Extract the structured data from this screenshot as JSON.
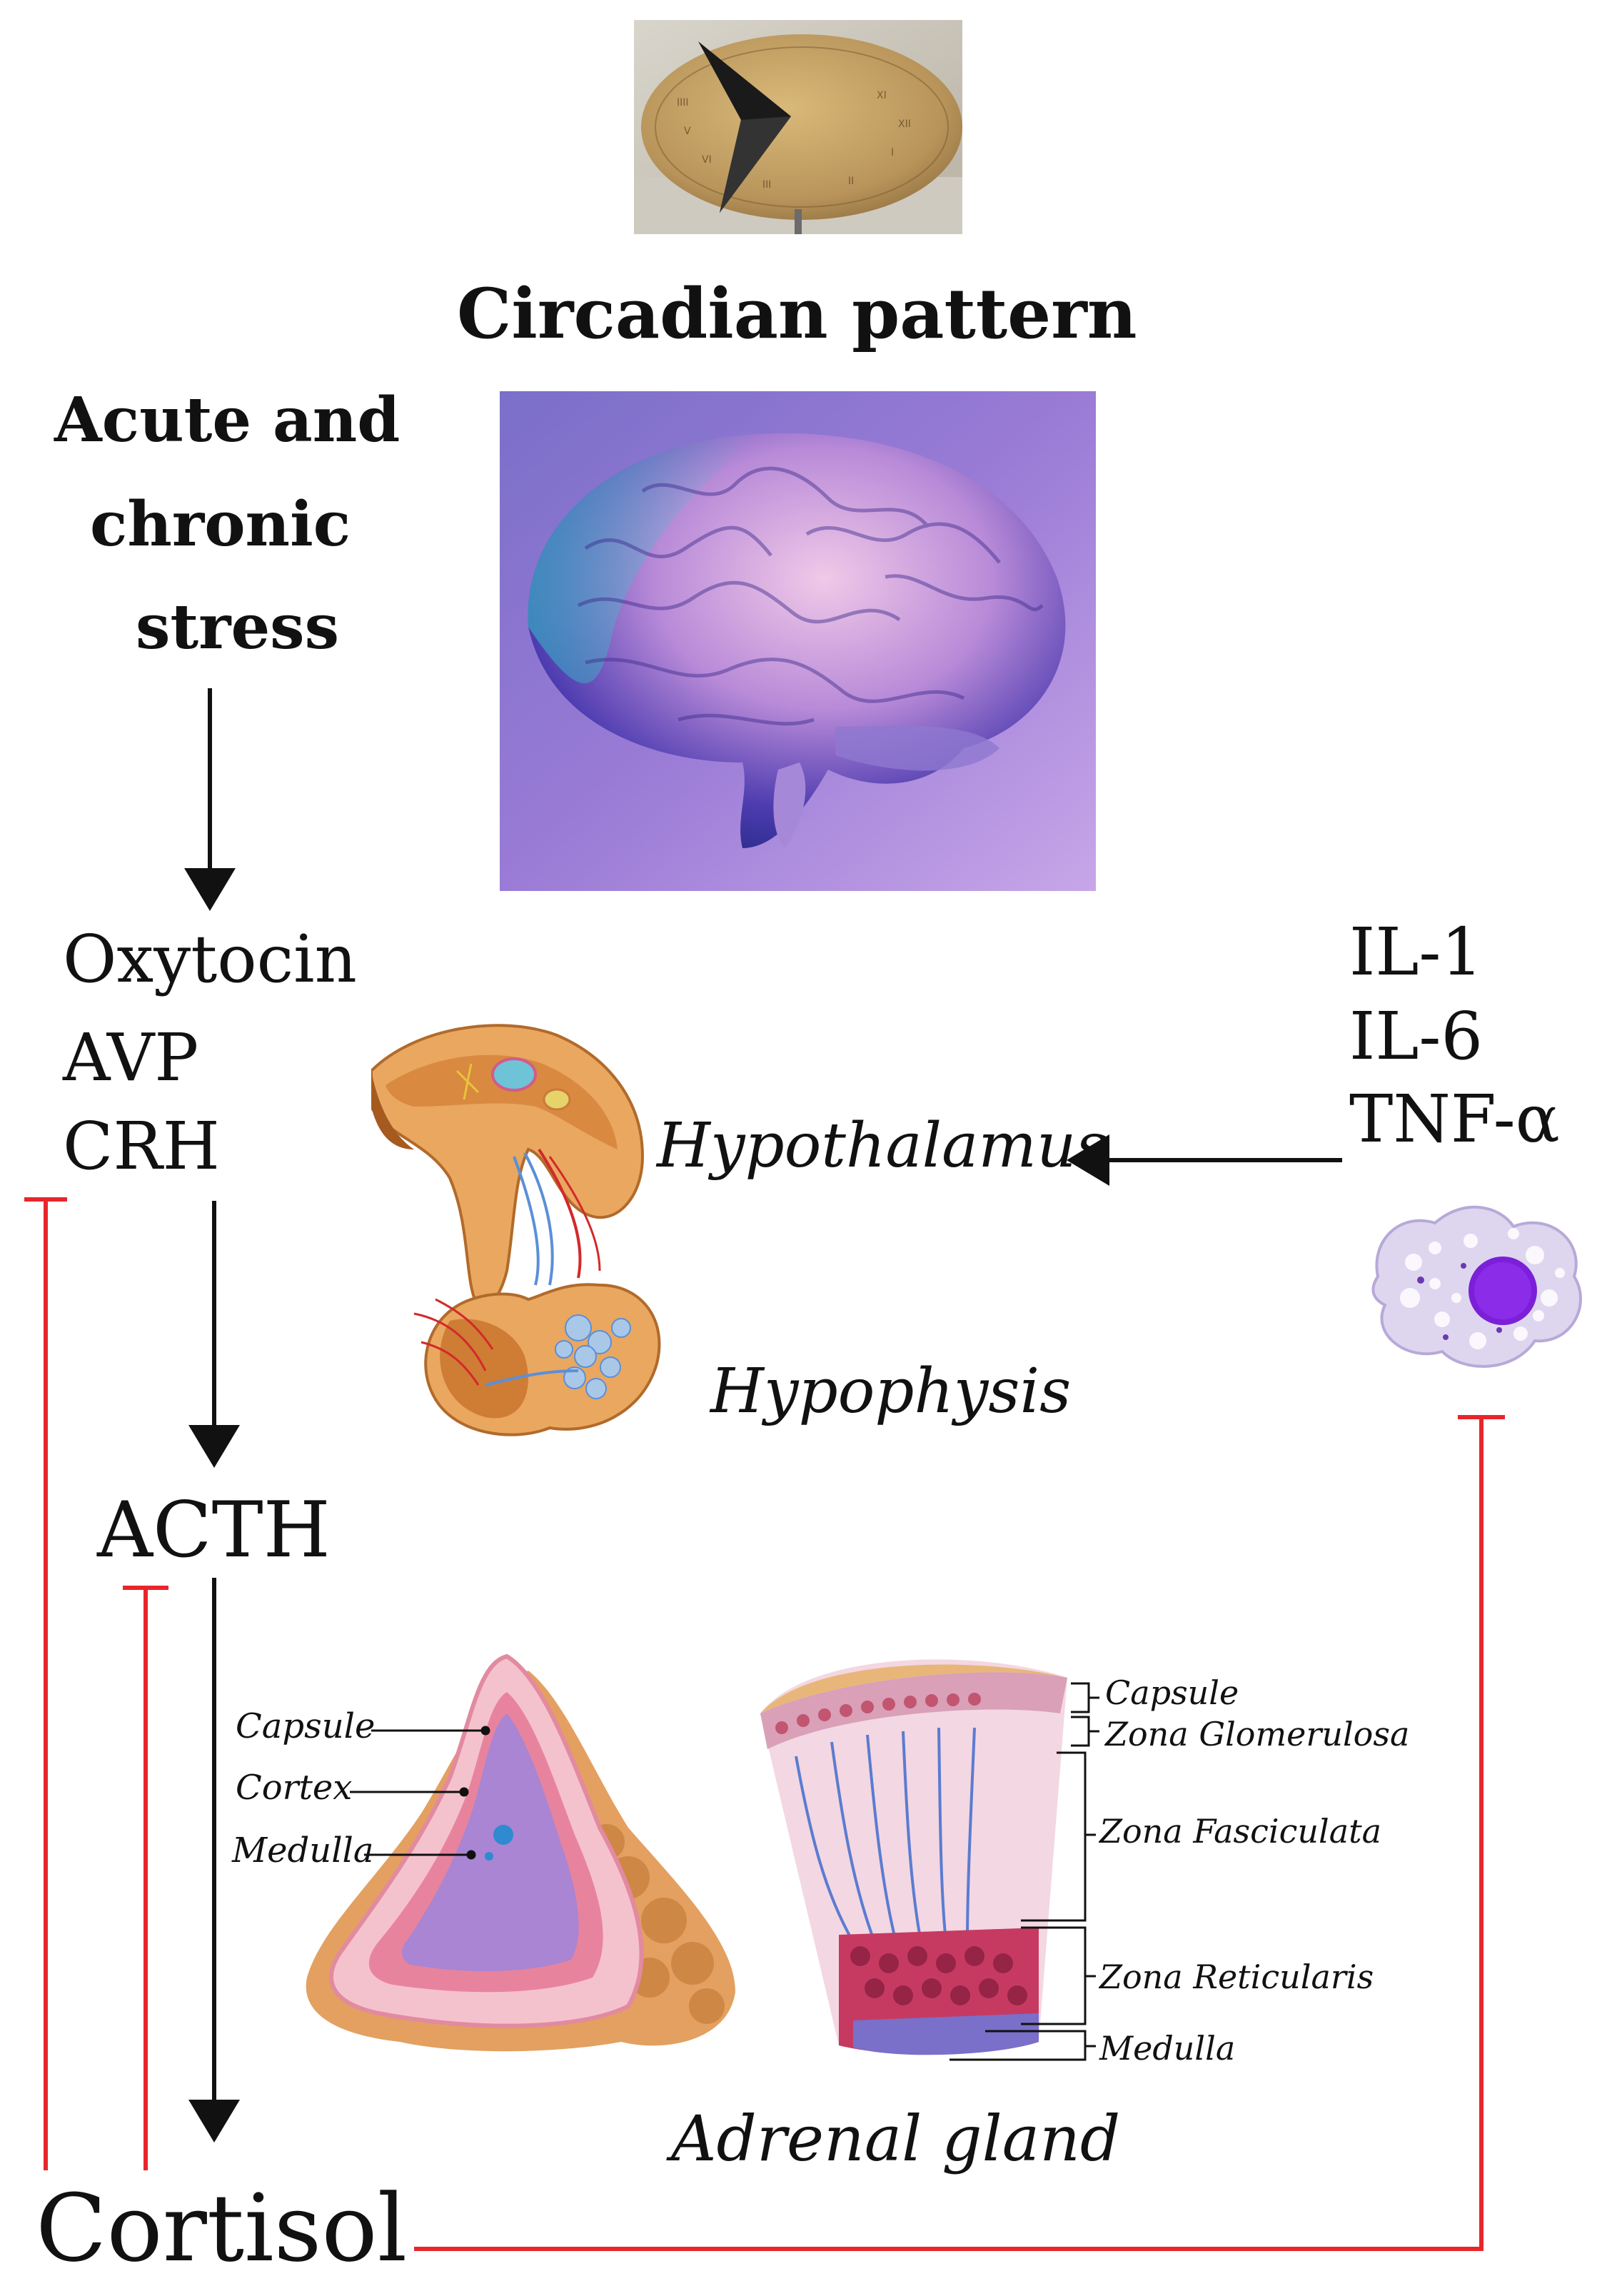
{
  "circadian": {
    "label": "Circadian pattern"
  },
  "stress": {
    "line1": "Acute and",
    "line2": "chronic",
    "line3": "stress"
  },
  "hormones": {
    "oxytocin": "Oxytocin",
    "avp": "AVP",
    "crh": "CRH",
    "acth": "ACTH",
    "cortisol": "Cortisol"
  },
  "cytokines": {
    "il1": "IL-1",
    "il6": "IL-6",
    "tnf": "TNF-α"
  },
  "brain_region": {
    "hypothalamus": "Hypothalamus",
    "hypophysis": "Hypophysis"
  },
  "adrenal": {
    "title": "Adrenal gland",
    "left_labels": {
      "capsule": "Capsule",
      "cortex": "Cortex",
      "medulla": "Medulla"
    },
    "right_labels": {
      "capsule": "Capsule",
      "zona_glomerulosa": "Zona Glomerulosa",
      "zona_fasciculata": "Zona Fasciculata",
      "zona_reticularis": "Zona Reticularis",
      "medulla": "Medulla"
    }
  },
  "colors": {
    "inhibition": "#e8262a",
    "stimulation": "#111111"
  }
}
